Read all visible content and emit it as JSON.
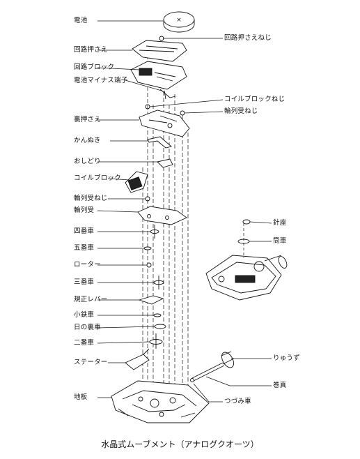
{
  "diagram": {
    "caption": "水晶式ムーブメント（アナログクオーツ）",
    "labels_left": [
      "電池",
      "回路押さえ",
      "回路ブロック",
      "電池マイナス端子",
      "裏押さえ",
      "かんぬき",
      "おしどり",
      "コイルブロック",
      "輪列受ねじ",
      "輪列受",
      "四番車",
      "五番車",
      "ローター",
      "三番車",
      "規正レバー",
      "小鉄車",
      "日の裏車",
      "二番車",
      "ステーター",
      "地板"
    ],
    "labels_right": [
      "回路押さえねじ",
      "コイルブロックねじ",
      "輪列受ねじ",
      "針座",
      "筒車",
      "りゅうず",
      "巻真",
      "つづみ車"
    ],
    "battery_mark": "×"
  }
}
